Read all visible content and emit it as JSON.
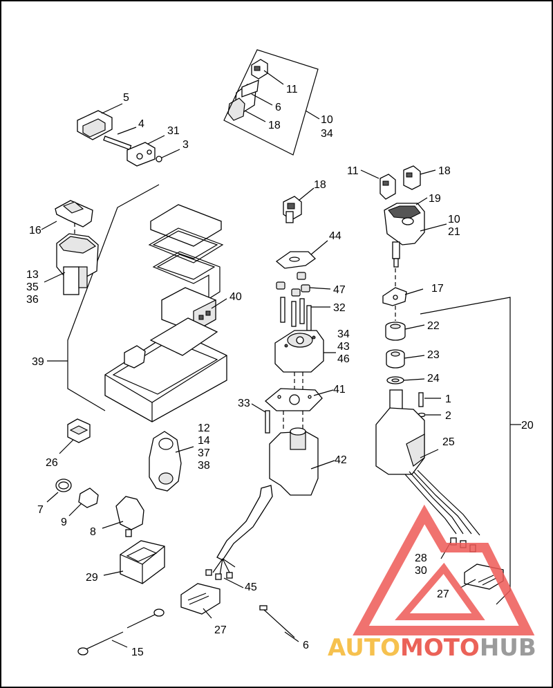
{
  "callouts": [
    {
      "id": "c5",
      "text": "5"
    },
    {
      "id": "c4",
      "text": "4"
    },
    {
      "id": "c31",
      "text": "31"
    },
    {
      "id": "c3",
      "text": "3"
    },
    {
      "id": "c11a",
      "text": "11"
    },
    {
      "id": "c6a",
      "text": "6"
    },
    {
      "id": "c18a",
      "text": "18"
    },
    {
      "id": "c10a",
      "text": "10"
    },
    {
      "id": "c34a",
      "text": "34"
    },
    {
      "id": "c16",
      "text": "16"
    },
    {
      "id": "c13",
      "text": "13"
    },
    {
      "id": "c35",
      "text": "35"
    },
    {
      "id": "c36",
      "text": "36"
    },
    {
      "id": "c40",
      "text": "40"
    },
    {
      "id": "c39",
      "text": "39"
    },
    {
      "id": "c18b",
      "text": "18"
    },
    {
      "id": "c44",
      "text": "44"
    },
    {
      "id": "c47",
      "text": "47"
    },
    {
      "id": "c32",
      "text": "32"
    },
    {
      "id": "c34b",
      "text": "34"
    },
    {
      "id": "c43",
      "text": "43"
    },
    {
      "id": "c46",
      "text": "46"
    },
    {
      "id": "c41",
      "text": "41"
    },
    {
      "id": "c33",
      "text": "33"
    },
    {
      "id": "c42",
      "text": "42"
    },
    {
      "id": "c45",
      "text": "45"
    },
    {
      "id": "c11b",
      "text": "11"
    },
    {
      "id": "c18c",
      "text": "18"
    },
    {
      "id": "c19",
      "text": "19"
    },
    {
      "id": "c10b",
      "text": "10"
    },
    {
      "id": "c21",
      "text": "21"
    },
    {
      "id": "c17",
      "text": "17"
    },
    {
      "id": "c22",
      "text": "22"
    },
    {
      "id": "c23",
      "text": "23"
    },
    {
      "id": "c24",
      "text": "24"
    },
    {
      "id": "c1",
      "text": "1"
    },
    {
      "id": "c2",
      "text": "2"
    },
    {
      "id": "c20",
      "text": "20"
    },
    {
      "id": "c25",
      "text": "25"
    },
    {
      "id": "c28",
      "text": "28"
    },
    {
      "id": "c30",
      "text": "30"
    },
    {
      "id": "c27a",
      "text": "27"
    },
    {
      "id": "c12",
      "text": "12"
    },
    {
      "id": "c14",
      "text": "14"
    },
    {
      "id": "c37",
      "text": "37"
    },
    {
      "id": "c38",
      "text": "38"
    },
    {
      "id": "c26",
      "text": "26"
    },
    {
      "id": "c7",
      "text": "7"
    },
    {
      "id": "c9",
      "text": "9"
    },
    {
      "id": "c8",
      "text": "8"
    },
    {
      "id": "c29",
      "text": "29"
    },
    {
      "id": "c27b",
      "text": "27"
    },
    {
      "id": "c15",
      "text": "15"
    },
    {
      "id": "c6b",
      "text": "6"
    }
  ],
  "watermark": {
    "part1": "AUTO",
    "part2": "MOTO",
    "part3": "HUB",
    "color_auto": "#f5b731",
    "color_moto": "#e8473b",
    "color_hub": "#8a8a8a",
    "color_triangle": "#ee5a57"
  }
}
